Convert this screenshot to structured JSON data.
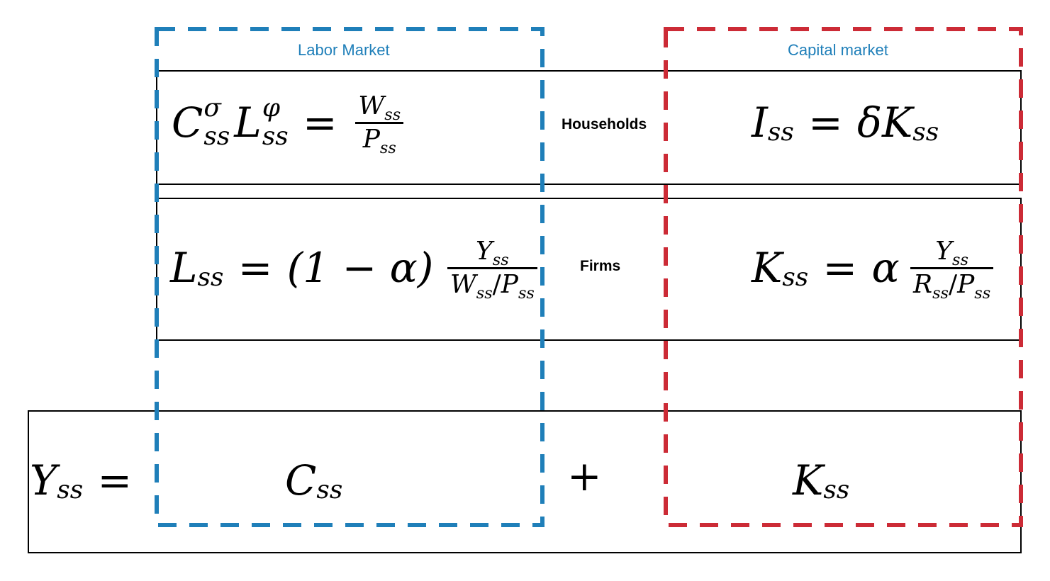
{
  "markets": {
    "labor": {
      "title": "Labor Market",
      "color": "#1f7fb9"
    },
    "capital": {
      "title": "Capital market",
      "color": "#cc2b36"
    }
  },
  "rows": {
    "households": "Households",
    "firms": "Firms"
  },
  "equations": {
    "labor_supply": {
      "C": "C",
      "ss": "ss",
      "sigma": "σ",
      "L": "L",
      "phi": "φ",
      "eq": "=",
      "W": "W",
      "P": "P"
    },
    "investment": {
      "I": "I",
      "ss": "ss",
      "eq": "=",
      "delta": "δ",
      "K": "K"
    },
    "labor_demand": {
      "L": "L",
      "ss": "ss",
      "eq": "=",
      "paren": "(1 − α)",
      "Y": "Y",
      "W": "W",
      "slash": "/",
      "P": "P"
    },
    "capital_demand": {
      "K": "K",
      "ss": "ss",
      "eq": "=",
      "alpha": "α",
      "Y": "Y",
      "R": "R",
      "slash": "/",
      "P": "P"
    },
    "resource": {
      "Y": "Y",
      "ss": "ss",
      "eq": "=",
      "C": "C",
      "plus": "+",
      "K": "K"
    }
  }
}
